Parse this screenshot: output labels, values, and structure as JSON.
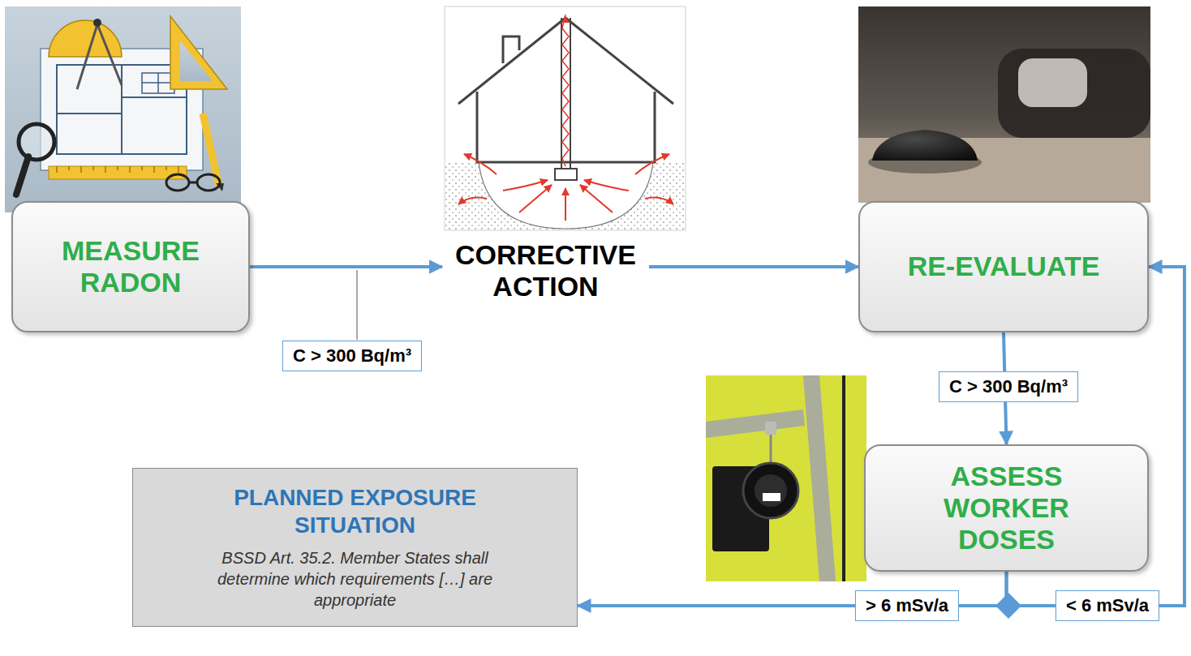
{
  "diagram": {
    "nodes": [
      {
        "text": [
          "MEASURE RADON"
        ]
      },
      {
        "text": [
          "CORRECTIVE ACTION"
        ]
      },
      {
        "text": [
          "RE-EVALUATE"
        ]
      },
      {
        "text": [
          "ASSESS WORKER DOSES"
        ]
      },
      {
        "text": [
          "PLANNED EXPOSURE SITUATION",
          "BSSD Art. 35.2. Member States shall determine which requirements […] are appropriate"
        ]
      }
    ],
    "edges": [
      {
        "from": 0,
        "to": 1,
        "arrow": "to",
        "label": "C > 300 Bq/m³"
      },
      {
        "from": 1,
        "to": 2,
        "arrow": "to"
      },
      {
        "from": 2,
        "to": 3,
        "arrow": "to",
        "label": "C > 300 Bq/m³"
      },
      {
        "from": 3,
        "to": 4,
        "arrow": "to",
        "label": "> 6 mSv/a"
      },
      {
        "from": 3,
        "to": 2,
        "arrow": "to",
        "label": "< 6 mSv/a"
      }
    ]
  }
}
